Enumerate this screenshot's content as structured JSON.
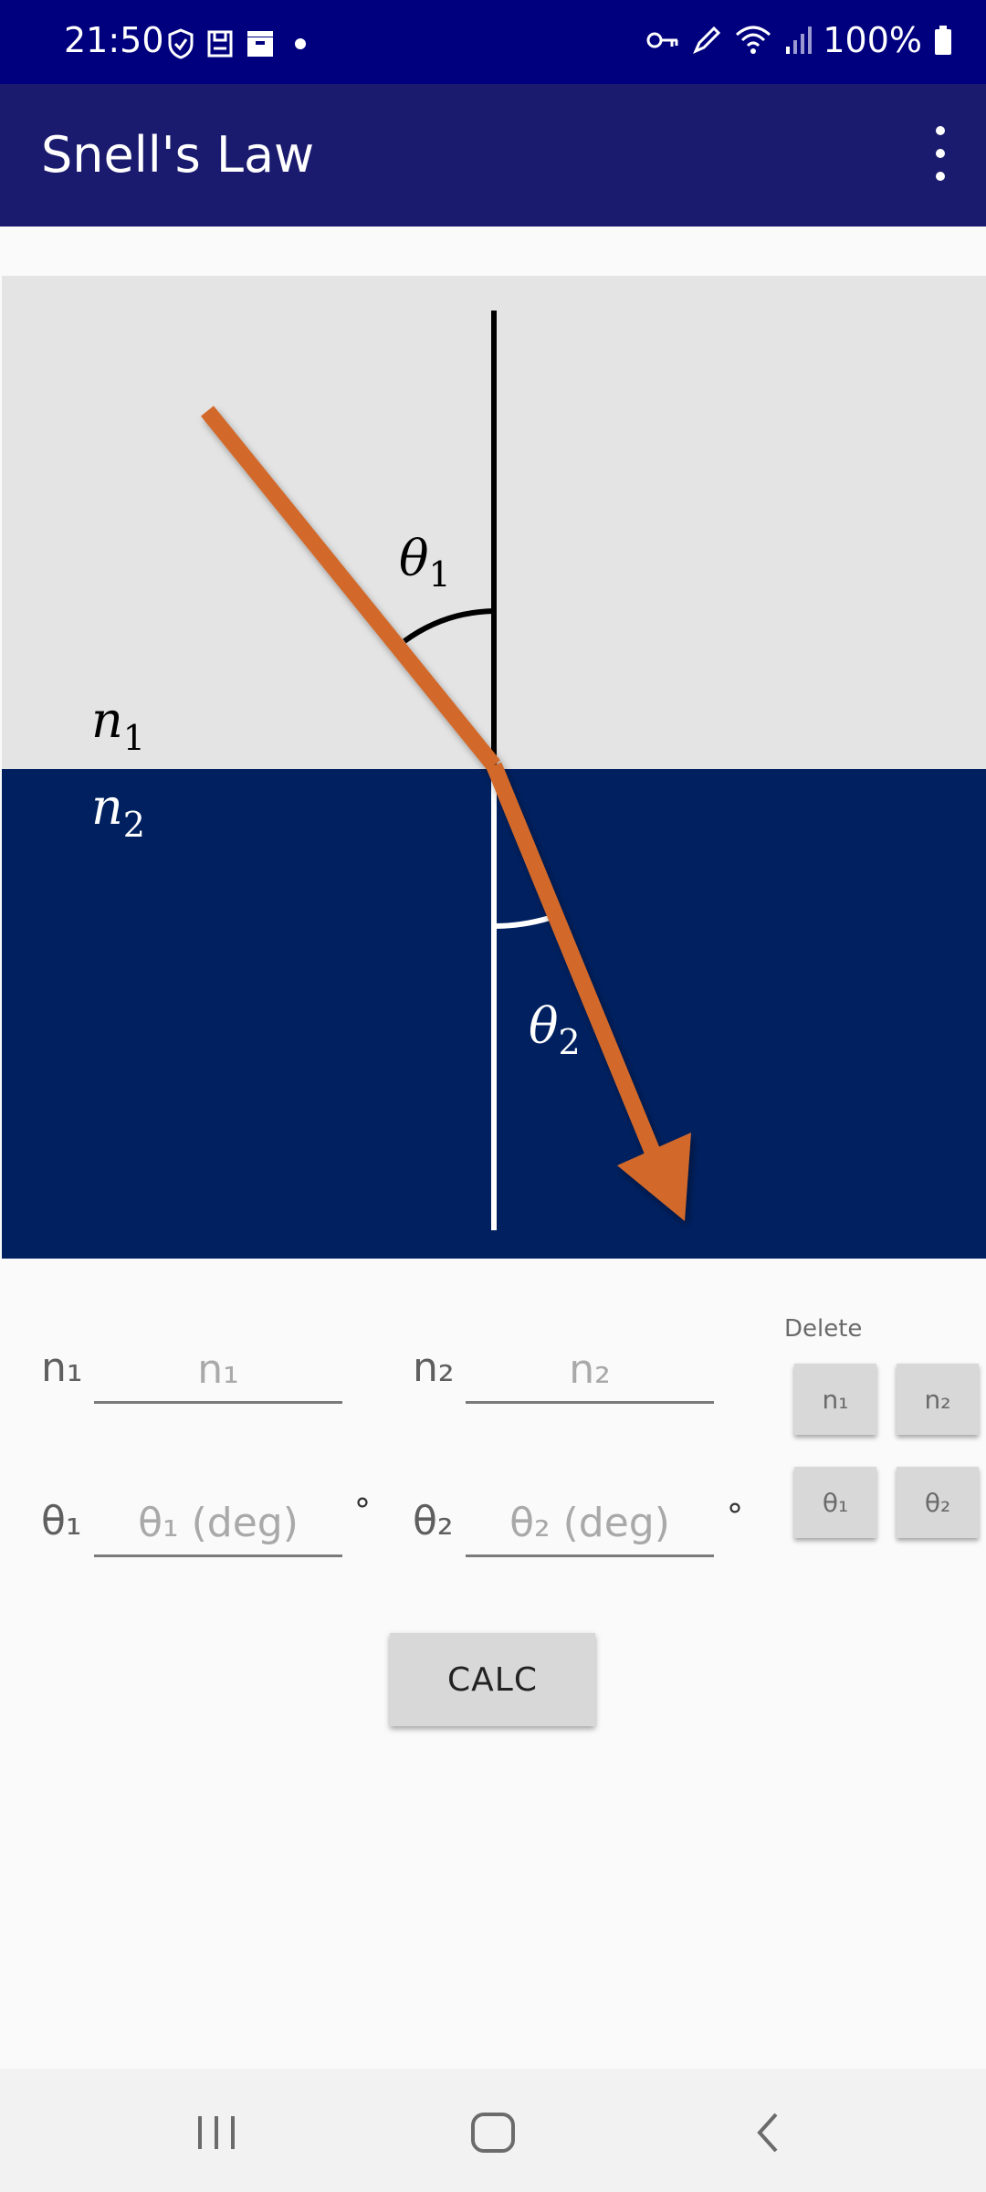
{
  "status": {
    "time": "21:50",
    "battery": "100%"
  },
  "appbar": {
    "title": "Snell's Law"
  },
  "diagram": {
    "label_n1": "n",
    "label_n1_sub": "1",
    "label_n2": "n",
    "label_n2_sub": "2",
    "label_theta1": "θ",
    "label_theta1_sub": "1",
    "label_theta2": "θ",
    "label_theta2_sub": "2",
    "colors": {
      "medium1": "#e4e4e4",
      "medium2": "#00205f",
      "ray": "#d2692a"
    }
  },
  "form": {
    "n1_label": "n₁",
    "n1_placeholder": "n₁",
    "n2_label": "n₂",
    "n2_placeholder": "n₂",
    "theta1_label": "θ₁",
    "theta1_placeholder": "θ₁ (deg)",
    "theta1_unit": "°",
    "theta2_label": "θ₂",
    "theta2_placeholder": "θ₂ (deg)",
    "theta2_unit": "°"
  },
  "delete": {
    "label": "Delete",
    "n1": "n₁",
    "n2": "n₂",
    "theta1": "θ₁",
    "theta2": "θ₂"
  },
  "calc_label": "CALC",
  "icons": {
    "status": [
      "shield-icon",
      "save-icon",
      "box-icon",
      "dot-icon",
      "key-icon",
      "pen-icon",
      "wifi-icon",
      "signal-icon",
      "battery-icon"
    ],
    "appbar": [
      "more-vert-icon"
    ],
    "nav": [
      "recents-icon",
      "home-icon",
      "back-icon"
    ]
  }
}
